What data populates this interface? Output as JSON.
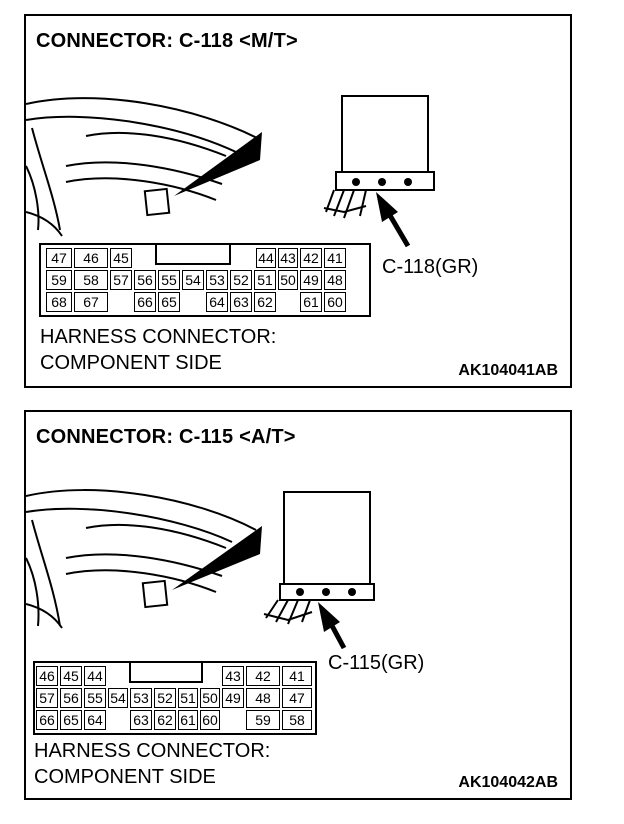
{
  "panels": [
    {
      "title": "CONNECTOR: C-118 <M/T>",
      "callout": "C-118(GR)",
      "harness_line1": "HARNESS CONNECTOR:",
      "harness_line2": "COMPONENT SIDE",
      "code": "AK104041AB",
      "pin_rows": [
        [
          "47",
          "46",
          "45",
          "44",
          "43",
          "42",
          "41"
        ],
        [
          "59",
          "58",
          "57",
          "56",
          "55",
          "54",
          "53",
          "52",
          "51",
          "50",
          "49",
          "48"
        ],
        [
          "68",
          "67",
          "66",
          "65",
          "64",
          "63",
          "62",
          "61",
          "60"
        ]
      ]
    },
    {
      "title": "CONNECTOR: C-115 <A/T>",
      "callout": "C-115(GR)",
      "harness_line1": "HARNESS CONNECTOR:",
      "harness_line2": "COMPONENT SIDE",
      "code": "AK104042AB",
      "pin_rows": [
        [
          "46",
          "45",
          "44",
          "43",
          "42",
          "41"
        ],
        [
          "57",
          "56",
          "55",
          "54",
          "53",
          "52",
          "51",
          "50",
          "49",
          "48",
          "47"
        ],
        [
          "66",
          "65",
          "64",
          "63",
          "62",
          "61",
          "60",
          "59",
          "58"
        ]
      ]
    }
  ]
}
